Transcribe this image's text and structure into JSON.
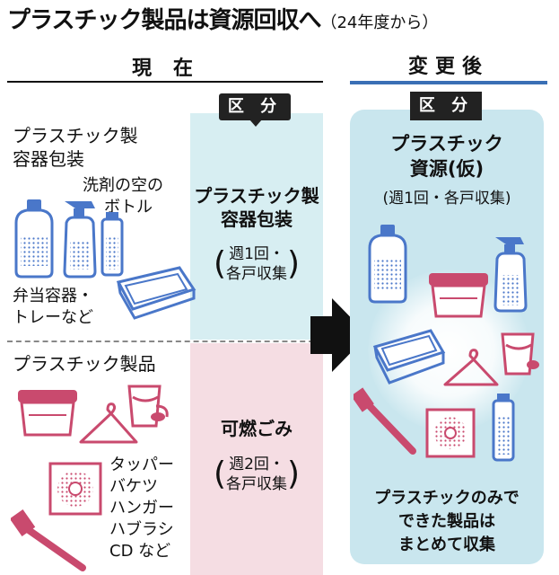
{
  "header": {
    "title": "プラスチック製品は資源回収へ",
    "subtitle": "（24年度から）"
  },
  "current": {
    "heading": "現 在",
    "badge": "区 分",
    "container_packaging": {
      "label_line1": "プラスチック製",
      "label_line2": "容器包装",
      "bottle_note_line1": "洗剤の空の",
      "bottle_note_line2": "ボトル",
      "tray_note_line1": "弁当容器・",
      "tray_note_line2": "トレーなど",
      "category_line1": "プラスチック製",
      "category_line2": "容器包装",
      "schedule_line1": "週1回・",
      "schedule_line2": "各戸収集"
    },
    "products": {
      "label": "プラスチック製品",
      "examples": [
        "タッパー",
        "バケツ",
        "ハンガー",
        "ハブラシ",
        "CD など"
      ],
      "category": "可燃ごみ",
      "schedule_line1": "週2回・",
      "schedule_line2": "各戸収集"
    }
  },
  "after": {
    "heading": "変更後",
    "badge": "区 分",
    "category_line1": "プラスチック",
    "category_line2": "資源(仮)",
    "schedule": "(週1回・各戸収集)",
    "note_line1": "プラスチックのみで",
    "note_line2": "できた製品は",
    "note_line3": "まとめて収集"
  },
  "colors": {
    "container_band": "#d7eef2",
    "product_band": "#f5dde3",
    "new_panel": "#c9e6ee",
    "blue_icon": "#4a77c9",
    "pink_icon": "#c94a6e",
    "heading_rule": "#3a6fb5"
  }
}
